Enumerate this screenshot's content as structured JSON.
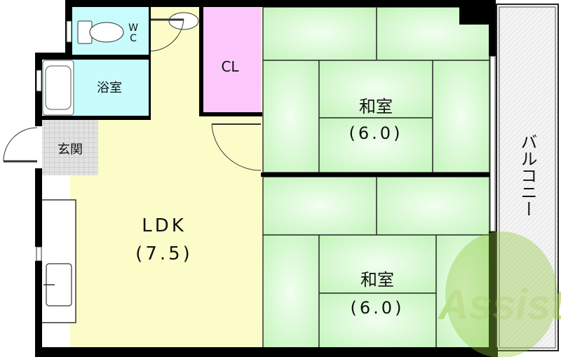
{
  "rooms": {
    "wc": "WC",
    "wc_top": "W",
    "wc_bottom": "C",
    "bath": "浴室",
    "entrance": "玄関",
    "closet": "CL",
    "ldk": {
      "name": "LDK",
      "size": "(7.5)"
    },
    "washitsu_top": {
      "name": "和室",
      "size": "(6.0)"
    },
    "washitsu_bottom": {
      "name": "和室",
      "size": "(6.0)"
    },
    "balcony": "バルコニー"
  },
  "logo": {
    "text": "Assist",
    "color": "#8fc43a"
  },
  "colors": {
    "ldk": "#fcfcc8",
    "wet_rooms": "#c8fcfc",
    "closet": "#fcc8fc",
    "tatami": "#d8fcd0",
    "entrance": "#dcdcdc",
    "wall": "#000000"
  }
}
